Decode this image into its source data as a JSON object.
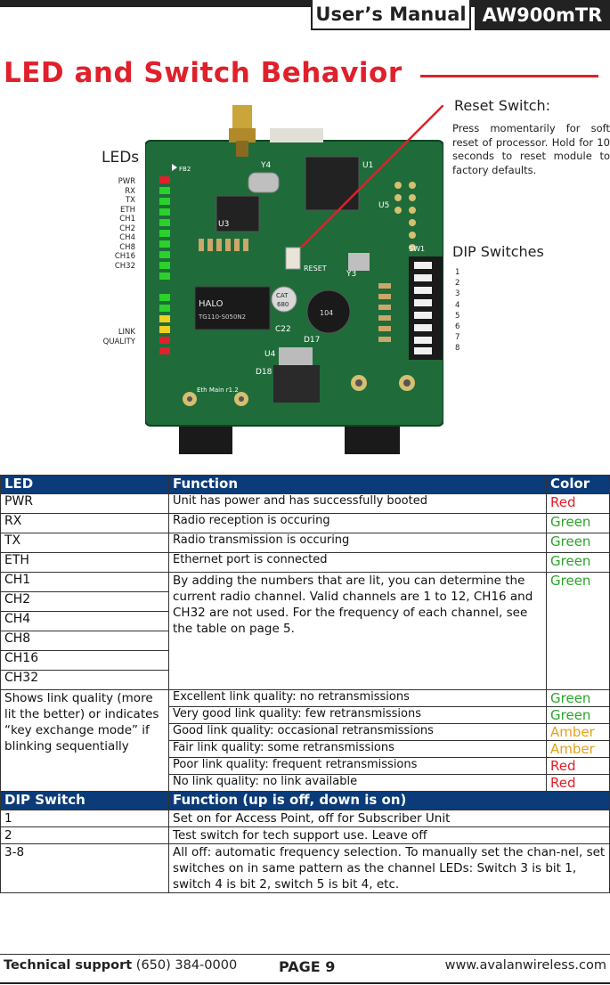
{
  "header": {
    "manual": "User’s Manual",
    "model": "AW900mTR"
  },
  "section_title": "LED and Switch Behavior",
  "figure": {
    "leds_title": "LEDs",
    "led_labels": [
      "PWR",
      "RX",
      "TX",
      "ETH",
      "CH1",
      "CH2",
      "CH4",
      "CH8",
      "CH16",
      "CH32"
    ],
    "link_quality_label": [
      "LINK",
      "QUALITY"
    ],
    "reset_title": "Reset Switch:",
    "reset_desc": "Press momentarily for soft reset of processor. Hold for 10 seconds to reset module to factory defaults.",
    "dip_title": "DIP Switches",
    "dip_numbers": [
      "1",
      "2",
      "3",
      "4",
      "5",
      "6",
      "7",
      "8"
    ],
    "board_texts": {
      "y4": "Y4",
      "u1": "U1",
      "u3": "U3",
      "u4": "U4",
      "u5": "U5",
      "y3": "Y3",
      "reset": "RESET",
      "c22": "C22",
      "d17": "D17",
      "d18": "D18",
      "sw1": "SW1",
      "fb2": "FB2",
      "footer": "Eth Main r1.2",
      "halo": "HALO",
      "halo_part": "TG110-S050N2",
      "cap_a": "CAT",
      "cap_b": "680",
      "ind": "104"
    }
  },
  "table": {
    "headers": {
      "led": "LED",
      "function": "Function",
      "color": "Color"
    },
    "rows": [
      {
        "led": "PWR",
        "function": "Unit has power and has successfully booted",
        "color": "Red"
      },
      {
        "led": "RX",
        "function": "Radio reception is occuring",
        "color": "Green"
      },
      {
        "led": "TX",
        "function": "Radio transmission is occuring",
        "color": "Green"
      },
      {
        "led": "ETH",
        "function": "Ethernet port is connected",
        "color": "Green"
      }
    ],
    "channel_leds": [
      "CH1",
      "CH2",
      "CH4",
      "CH8",
      "CH16",
      "CH32"
    ],
    "channel_function": "By adding the numbers that are lit, you can determine the current radio channel. Valid channels are 1 to 12, CH16 and CH32 are not used. For the frequency of each channel, see the table on page 5.",
    "channel_color": "Green",
    "link_quality_desc": "Shows link quality (more lit the better) or indicates “key exchange mode” if blinking sequentially",
    "link_rows": [
      {
        "function": "Excellent link quality: no retransmissions",
        "color": "Green"
      },
      {
        "function": "Very good link quality: few retransmissions",
        "color": "Green"
      },
      {
        "function": "Good link quality: occasional retransmissions",
        "color": "Amber"
      },
      {
        "function": "Fair link quality: some retransmissions",
        "color": "Amber"
      },
      {
        "function": "Poor link quality: frequent retransmissions",
        "color": "Red"
      },
      {
        "function": "No link quality: no link available",
        "color": "Red"
      }
    ],
    "dip_headers": {
      "switch": "DIP Switch",
      "function": "Function (up is off, down is on)"
    },
    "dip_rows": [
      {
        "switch": "1",
        "function": "Set on for Access Point, off for Subscriber Unit"
      },
      {
        "switch": "2",
        "function": "Test switch for tech support use. Leave off"
      },
      {
        "switch": "3-8",
        "function": "All off: automatic frequency selection. To manually set the chan-nel, set switches on in same pattern as the channel LEDs: Switch 3 is bit 1, switch 4 is bit 2, switch 5 is bit 4, etc."
      }
    ]
  },
  "footer": {
    "support_label": "Technical support",
    "support_phone": "(650) 384-0000",
    "page": "PAGE 9",
    "website": "www.avalanwireless.com"
  },
  "colors": {
    "red": "#e0202a",
    "green": "#2aa52a",
    "amber": "#e3a11c",
    "navy": "#0b3b78",
    "pcb": "#1f6b3a"
  }
}
